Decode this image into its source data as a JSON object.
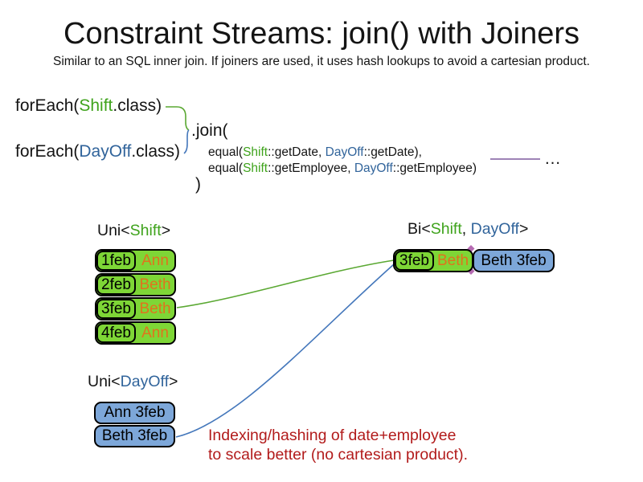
{
  "slide": {
    "title": "Constraint Streams: join() with Joiners",
    "subtitle": "Similar to an SQL inner join. If joiners are used, it uses hash lookups to avoid a cartesian product."
  },
  "code": {
    "foreach_shift": {
      "prefix": "forEach(",
      "class_name": "Shift",
      "suffix": ".class)"
    },
    "foreach_dayoff": {
      "prefix": "forEach(",
      "class_name": "DayOff",
      "suffix": ".class)"
    },
    "join_open": ".join(",
    "joiners": [
      {
        "prefix": "equal(",
        "left_class": "Shift",
        "left_rest": "::getDate, ",
        "right_class": "DayOff",
        "right_rest": "::getDate),"
      },
      {
        "prefix": "equal(",
        "left_class": "Shift",
        "left_rest": "::getEmployee, ",
        "right_class": "DayOff",
        "right_rest": "::getEmployee)"
      }
    ],
    "join_close": ")",
    "ellipsis": "…"
  },
  "uni_shift": {
    "label_prefix": "Uni<",
    "label_class": "Shift",
    "label_suffix": ">",
    "rows": [
      {
        "date": "1feb",
        "name": "Ann"
      },
      {
        "date": "2feb",
        "name": "Beth"
      },
      {
        "date": "3feb",
        "name": "Beth"
      },
      {
        "date": "4feb",
        "name": "Ann"
      }
    ]
  },
  "uni_dayoff": {
    "label_prefix": "Uni<",
    "label_class": "DayOff",
    "label_suffix": ">",
    "rows": [
      {
        "text": "Ann 3feb"
      },
      {
        "text": "Beth 3feb"
      }
    ]
  },
  "bi": {
    "label_prefix": "Bi<",
    "label_shift": "Shift",
    "label_sep": ", ",
    "label_dayoff": "DayOff",
    "label_suffix": ">",
    "row": {
      "date": "3feb",
      "shift_name": "Beth",
      "dayoff_text": "Beth 3feb"
    }
  },
  "note": {
    "line1": "Indexing/hashing of date+employee",
    "line2": "to scale better (no cartesian product)."
  },
  "colors": {
    "green_text": "#3fa31c",
    "blue_text": "#31649b",
    "orange_text": "#e0731d",
    "green_fill": "#7ed636",
    "blue_fill": "#7da7d9",
    "red_text": "#b21b1b",
    "green_line": "#5aa832",
    "blue_line": "#4477bb",
    "purple_line": "#7e5a9e",
    "purple_diamond": "#b66bb2"
  }
}
